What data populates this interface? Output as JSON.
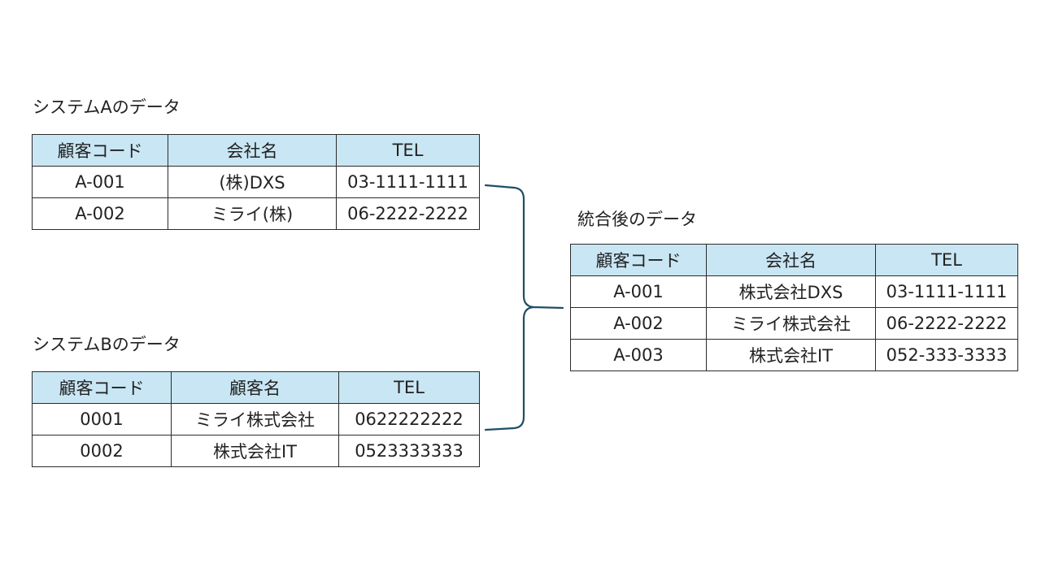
{
  "colors": {
    "header_bg": "#c9e6f4",
    "border": "#2b2b2b",
    "connector": "#1f4e66"
  },
  "system_a": {
    "title": "システムAのデータ",
    "headers": [
      "顧客コード",
      "会社名",
      "TEL"
    ],
    "rows": [
      [
        "A-001",
        "(株)DXS",
        "03-1111-1111"
      ],
      [
        "A-002",
        "ミライ(株)",
        "06-2222-2222"
      ]
    ]
  },
  "system_b": {
    "title": "システムBのデータ",
    "headers": [
      "顧客コード",
      "顧客名",
      "TEL"
    ],
    "rows": [
      [
        "0001",
        "ミライ株式会社",
        "0622222222"
      ],
      [
        "0002",
        "株式会社IT",
        "0523333333"
      ]
    ]
  },
  "merged": {
    "title": "統合後のデータ",
    "headers": [
      "顧客コード",
      "会社名",
      "TEL"
    ],
    "rows": [
      [
        "A-001",
        "株式会社DXS",
        "03-1111-1111"
      ],
      [
        "A-002",
        "ミライ株式会社",
        "06-2222-2222"
      ],
      [
        "A-003",
        "株式会社IT",
        "052-333-3333"
      ]
    ]
  }
}
